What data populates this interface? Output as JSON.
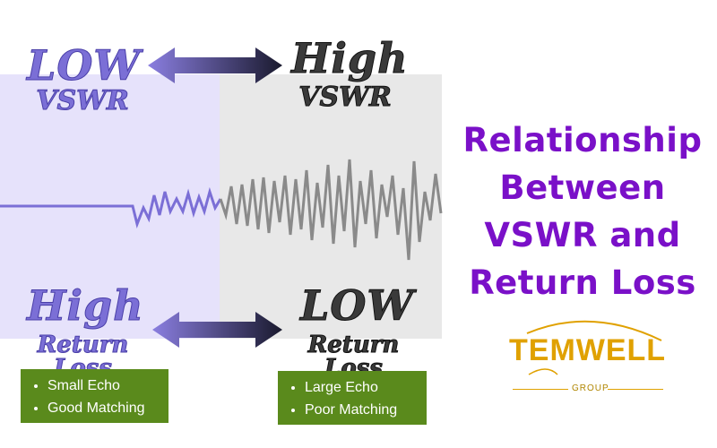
{
  "top_left": {
    "line1": "LOW",
    "line2": "VSWR"
  },
  "top_right": {
    "line1": "High",
    "line2": "VSWR"
  },
  "bottom_left": {
    "line1": "High",
    "line2": "Return Loss"
  },
  "bottom_right": {
    "line1": "LOW",
    "line2": "Return Loss"
  },
  "title": {
    "line1": "Relationship",
    "line2": "Between",
    "line3": "VSWR and",
    "line4": "Return Loss"
  },
  "left_box": {
    "items": [
      "Small Echo",
      "Good Matching"
    ]
  },
  "right_box": {
    "items": [
      "Large Echo",
      "Poor Matching"
    ]
  },
  "logo": {
    "name": "TEMWELL",
    "sub": "GROUP"
  },
  "colors": {
    "low_panel": "#e6e2fb",
    "high_panel": "#e8e8e8",
    "title": "#7a10c8",
    "box": "#5a8a1c",
    "logo": "#e0a100"
  }
}
